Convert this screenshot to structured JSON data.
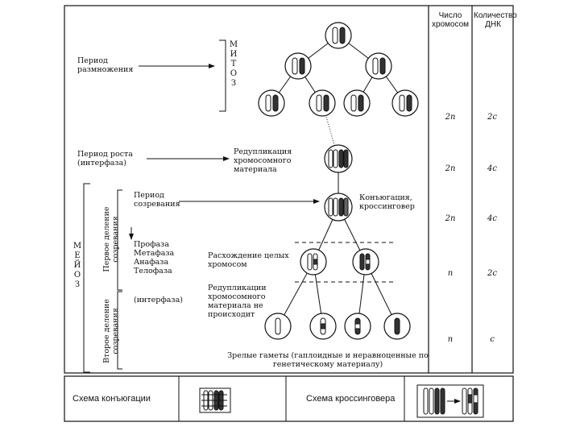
{
  "headers": {
    "chromosomes": "Число хромосом",
    "dna": "Количество ДНК"
  },
  "left_labels": {
    "reproduction_period": "Период размножения",
    "growth_period": "Период роста (интерфаза)",
    "maturation_period": "Период созревания",
    "phases": [
      "Профаза",
      "Метафаза",
      "Анафаза",
      "Телофаза"
    ],
    "interphase": "(интерфаза)"
  },
  "vertical_labels": {
    "mitosis": "МИТОЗ",
    "meiosis": "МЕЙОЗ",
    "first_division": "Первое деление созревания",
    "second_division": "Второе деление созревания"
  },
  "center_labels": {
    "replication": "Редупликация хромосомного материала",
    "conjugation": "Конъюгация, кроссинговер",
    "divergence": "Расхождение целых хромосом",
    "no_replication": "Редупликации хромосомного материала не происходит",
    "gametes": "Зрелые гаметы (гаплоидные и неравноценные по генетическому материалу)"
  },
  "table_rows": [
    {
      "chromosomes": "2n",
      "dna": "2c"
    },
    {
      "chromosomes": "2n",
      "dna": "4c"
    },
    {
      "chromosomes": "2n",
      "dna": "4c"
    },
    {
      "chromosomes": "n",
      "dna": "2c"
    },
    {
      "chromosomes": "n",
      "dna": "c"
    }
  ],
  "footer": {
    "conjugation_scheme": "Схема конъюгации",
    "crossing_over_scheme": "Схема кроссинговера"
  }
}
